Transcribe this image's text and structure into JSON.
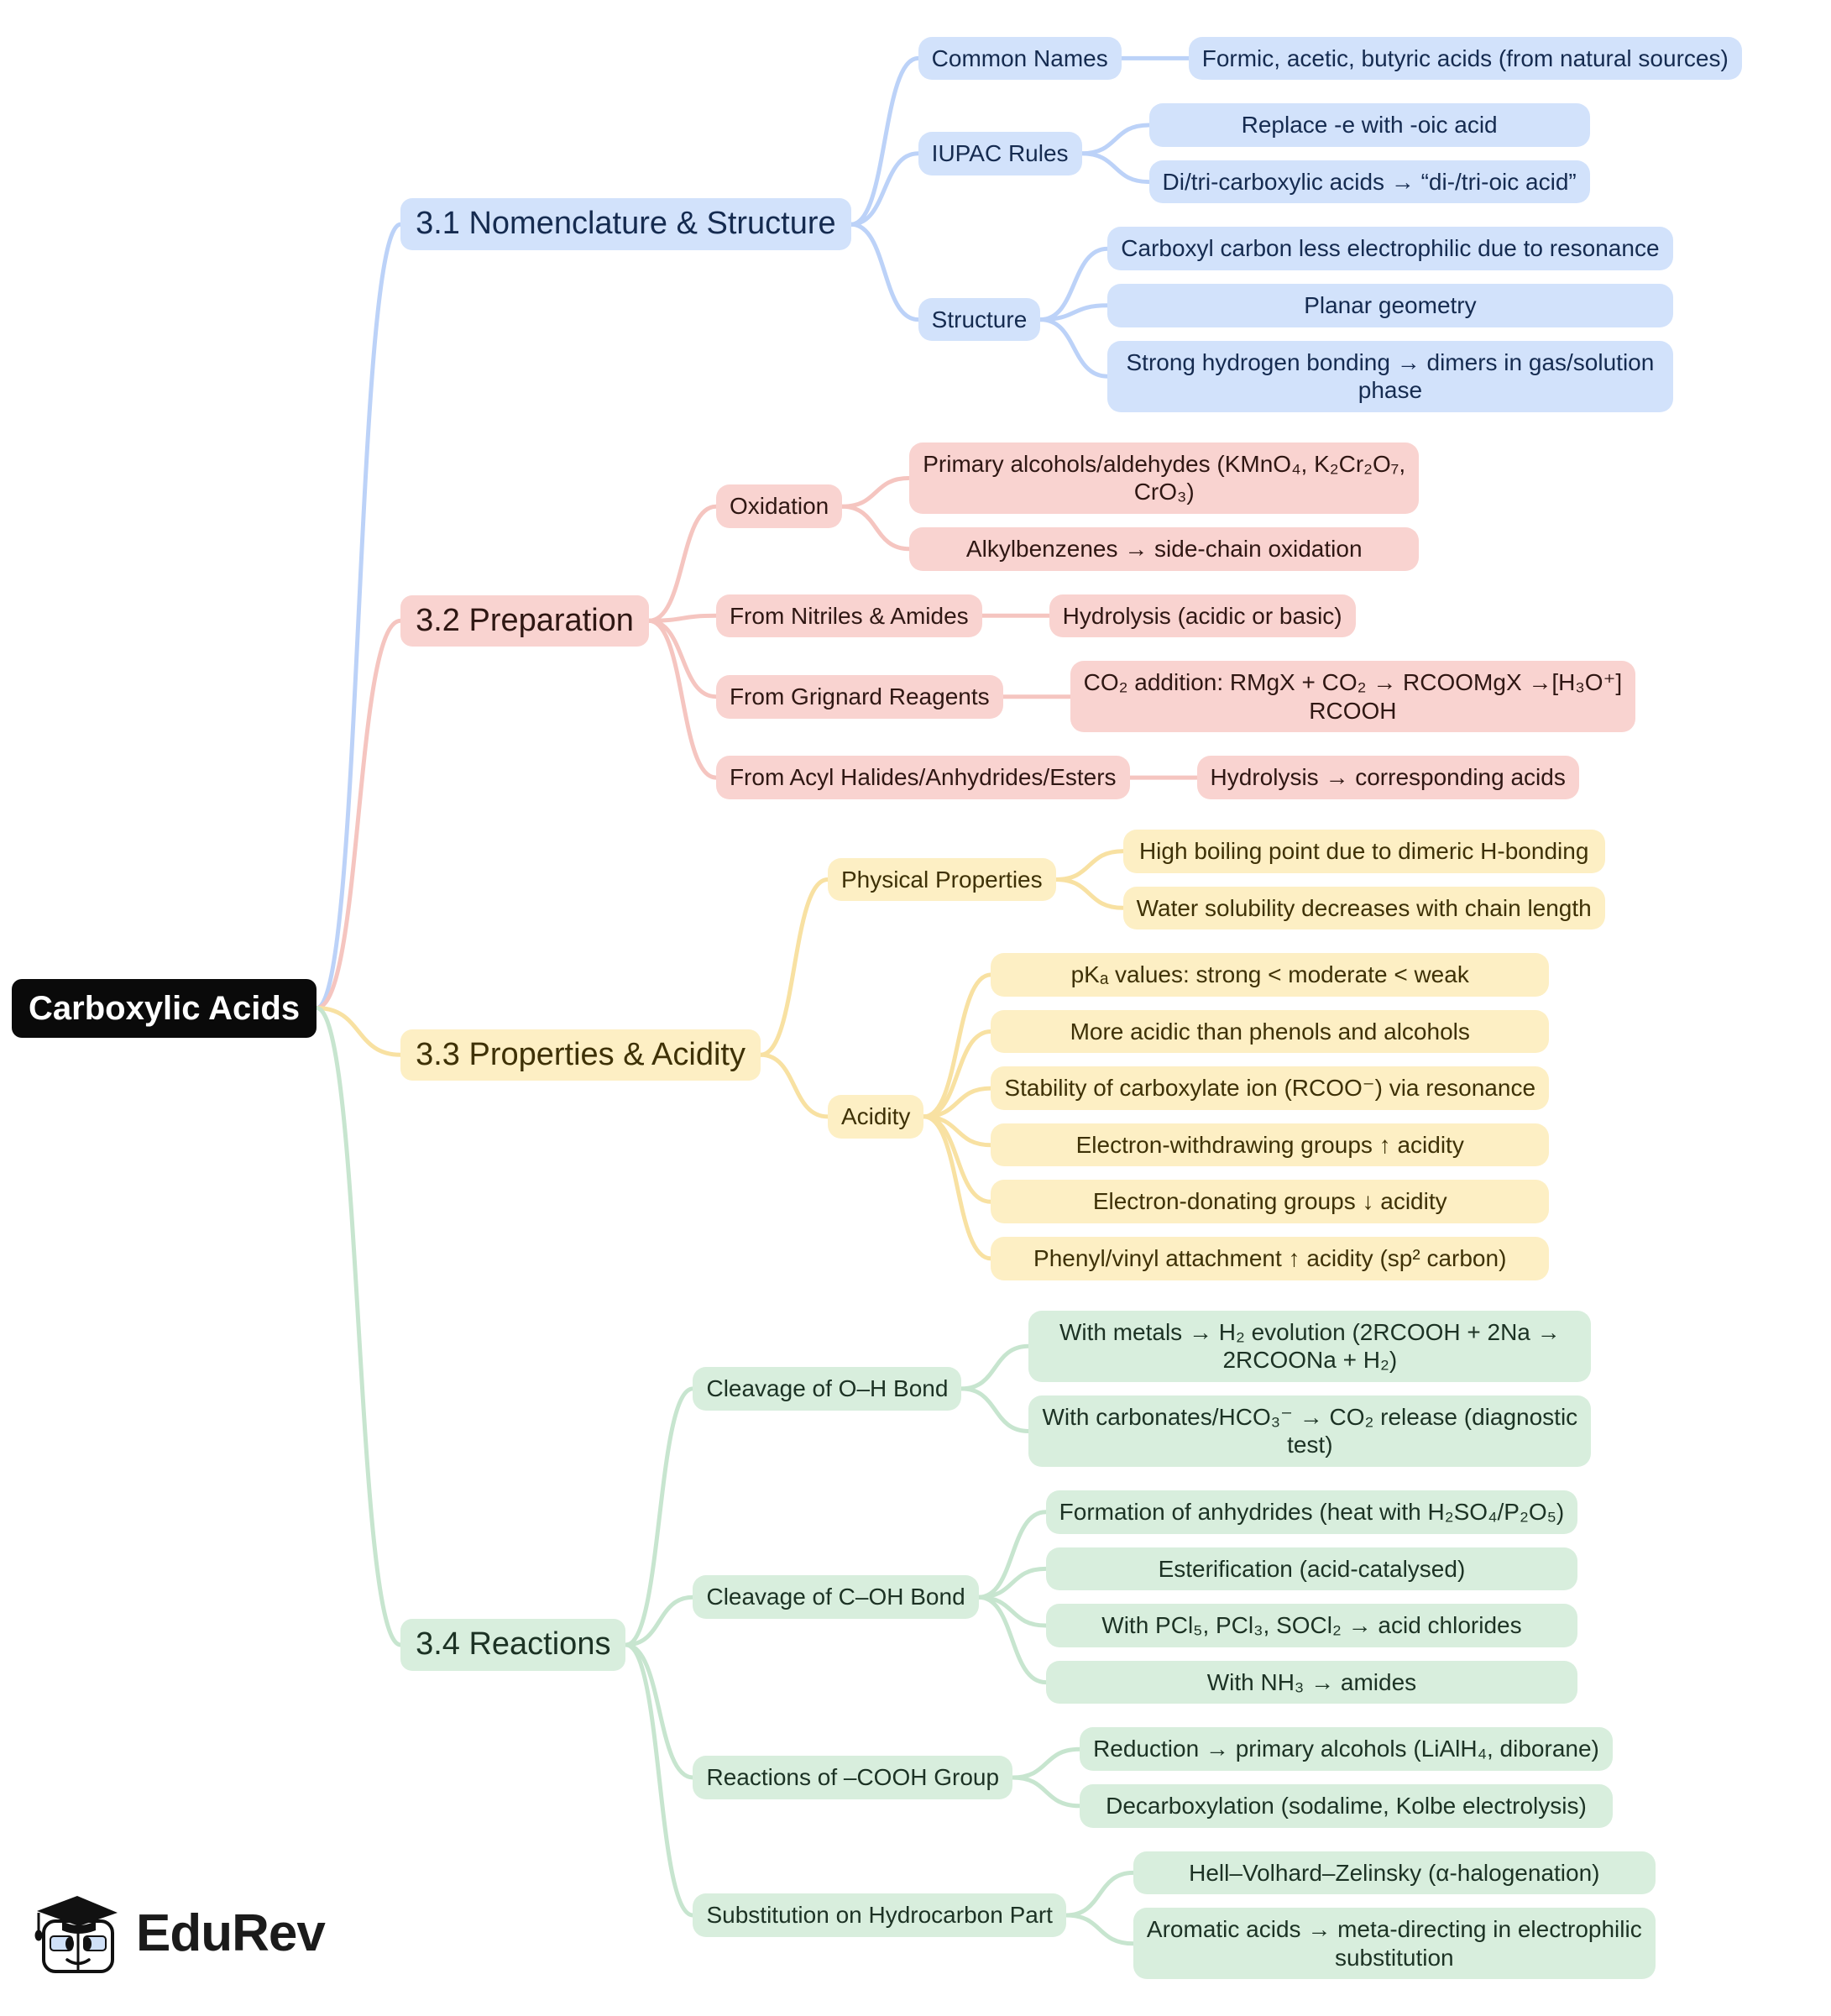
{
  "background": "#ffffff",
  "palette": {
    "root": {
      "fill": "#0a0a0a",
      "text": "#ffffff"
    },
    "blue": {
      "fill": "#d2e2fb",
      "text": "#152b50",
      "link": "#bcd2f8"
    },
    "pink": {
      "fill": "#f9d3d0",
      "text": "#2f1713",
      "link": "#f5c5c0"
    },
    "yellow": {
      "fill": "#fdefc4",
      "text": "#3e3106",
      "link": "#f8e1a2"
    },
    "green": {
      "fill": "#d8eedd",
      "text": "#1c3224",
      "link": "#c7e5cf"
    }
  },
  "root": {
    "label": "Carboxylic Acids",
    "branches": [
      {
        "label": "3.1 Nomenclature & Structure",
        "color": "blue",
        "children": [
          {
            "label": "Common Names",
            "leaves": [
              "Formic, acetic, butyric acids (from natural sources)"
            ]
          },
          {
            "label": "IUPAC Rules",
            "leaves": [
              "Replace -e with -oic acid",
              "Di/tri-carboxylic acids → “di-/tri-oic acid”"
            ]
          },
          {
            "label": "Structure",
            "leaves": [
              "Carboxyl carbon less electrophilic due to resonance",
              "Planar geometry",
              "Strong hydrogen bonding → dimers in gas/solution\nphase"
            ]
          }
        ]
      },
      {
        "label": "3.2 Preparation",
        "color": "pink",
        "children": [
          {
            "label": "Oxidation",
            "leaves": [
              "Primary alcohols/aldehydes (KMnO₄, K₂Cr₂O₇,\nCrO₃)",
              "Alkylbenzenes → side-chain oxidation"
            ]
          },
          {
            "label": "From Nitriles & Amides",
            "leaves": [
              "Hydrolysis (acidic or basic)"
            ]
          },
          {
            "label": "From Grignard Reagents",
            "leaves": [
              "CO₂ addition: RMgX + CO₂ → RCOOMgX →[H₃O⁺]\nRCOOH"
            ]
          },
          {
            "label": "From Acyl Halides/Anhydrides/Esters",
            "leaves": [
              "Hydrolysis → corresponding acids"
            ]
          }
        ]
      },
      {
        "label": "3.3 Properties & Acidity",
        "color": "yellow",
        "children": [
          {
            "label": "Physical Properties",
            "leaves": [
              "High boiling point due to dimeric H-bonding",
              "Water solubility decreases with chain length"
            ]
          },
          {
            "label": "Acidity",
            "leaves": [
              "pKₐ values: strong < moderate < weak",
              "More acidic than phenols and alcohols",
              "Stability of carboxylate ion (RCOO⁻) via resonance",
              "Electron-withdrawing groups ↑ acidity",
              "Electron-donating groups ↓ acidity",
              "Phenyl/vinyl attachment ↑ acidity (sp² carbon)"
            ]
          }
        ]
      },
      {
        "label": "3.4 Reactions",
        "color": "green",
        "children": [
          {
            "label": "Cleavage of O–H Bond",
            "leaves": [
              "With metals → H₂ evolution (2RCOOH + 2Na →\n2RCOONa + H₂)",
              "With carbonates/HCO₃⁻ → CO₂ release (diagnostic\ntest)"
            ]
          },
          {
            "label": "Cleavage of C–OH Bond",
            "leaves": [
              "Formation of anhydrides (heat with H₂SO₄/P₂O₅)",
              "Esterification (acid-catalysed)",
              "With PCl₅, PCl₃, SOCl₂ → acid chlorides",
              "With NH₃ → amides"
            ]
          },
          {
            "label": "Reactions of –COOH Group",
            "leaves": [
              "Reduction → primary alcohols (LiAlH₄, diborane)",
              "Decarboxylation (sodalime, Kolbe electrolysis)"
            ]
          },
          {
            "label": "Substitution on Hydrocarbon Part",
            "leaves": [
              "Hell–Volhard–Zelinsky (α-halogenation)",
              "Aromatic acids → meta-directing in electrophilic\nsubstitution"
            ]
          }
        ]
      }
    ]
  },
  "footer": {
    "brand": "EduRev",
    "icon": "edurev-mascot-icon"
  }
}
